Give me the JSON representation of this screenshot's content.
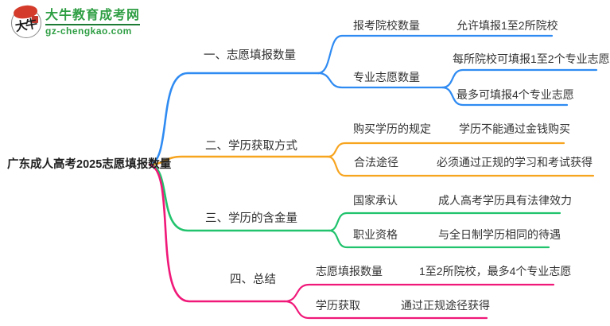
{
  "logo": {
    "title": "大牛教育成考网",
    "domain": "gz-chengkao.com",
    "badge": "大牛"
  },
  "root": {
    "label": "广东成人高考2025志愿填报数量"
  },
  "branches": [
    {
      "label": "一、志愿填报数量",
      "color": "#2F8BF2",
      "children": [
        {
          "label": "报考院校数量",
          "value": "允许填报1至2所院校"
        },
        {
          "label": "专业志愿数量",
          "items": [
            "每所院校可填报1至2个专业志愿",
            "最多可填报4个专业志愿"
          ]
        }
      ]
    },
    {
      "label": "二、学历获取方式",
      "color": "#F7A41F",
      "children": [
        {
          "label": "购买学历的规定",
          "value": "学历不能通过金钱购买"
        },
        {
          "label": "合法途径",
          "value": "必须通过正规的学习和考试获得"
        }
      ]
    },
    {
      "label": "三、学历的含金量",
      "color": "#21C36D",
      "children": [
        {
          "label": "国家承认",
          "value": "成人高考学历具有法律效力"
        },
        {
          "label": "职业资格",
          "value": "与全日制学历相同的待遇"
        }
      ]
    },
    {
      "label": "四、总结",
      "color": "#F01879",
      "children": [
        {
          "label": "志愿填报数量",
          "value": "1至2所院校，最多4个专业志愿"
        },
        {
          "label": "学历获取",
          "value": "通过正规途径获得"
        }
      ]
    }
  ]
}
